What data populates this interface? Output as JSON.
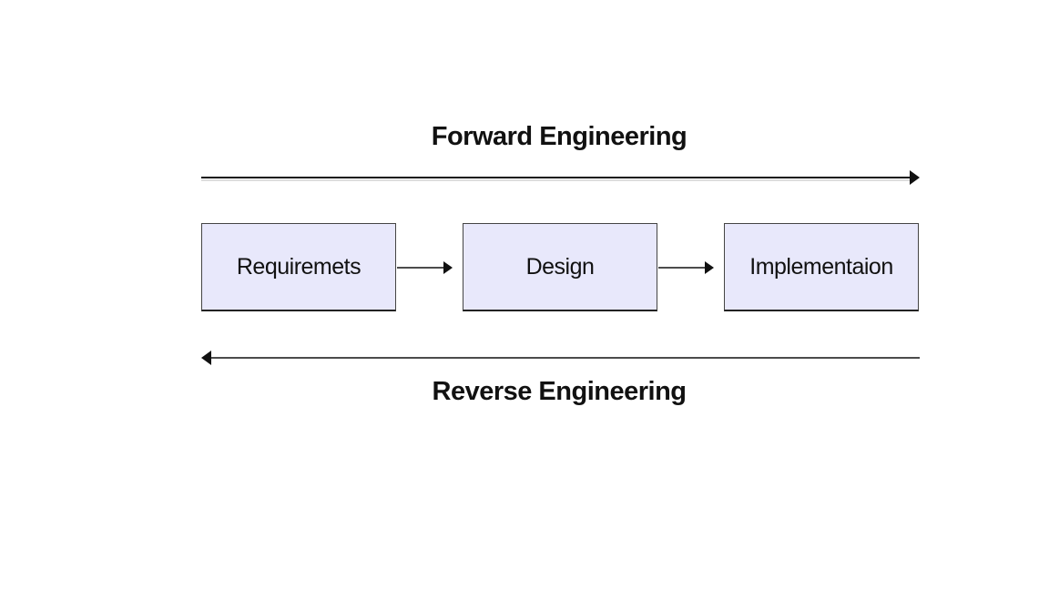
{
  "diagram": {
    "forward_label": "Forward Engineering",
    "reverse_label": "Reverse Engineering",
    "stages": [
      {
        "label": "Requiremets"
      },
      {
        "label": "Design"
      },
      {
        "label": "Implementaion"
      }
    ],
    "colors": {
      "stage_fill": "#e8e8fb",
      "stage_border": "#444444",
      "arrow": "#111111",
      "text": "#111111"
    }
  }
}
